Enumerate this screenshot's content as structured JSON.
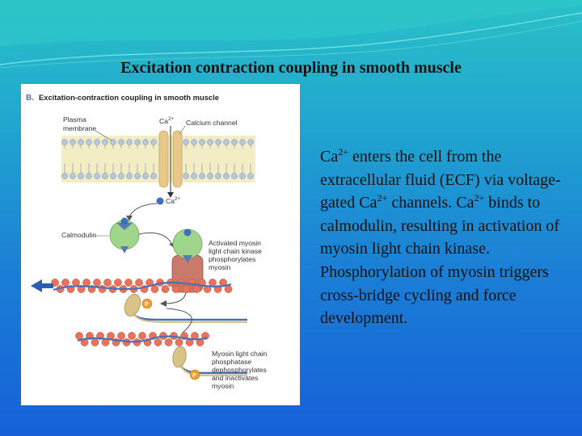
{
  "slide": {
    "title": "Excitation contraction coupling in smooth muscle",
    "body": {
      "p1": "Ca",
      "p1_sup": "2+",
      "p2": " enters the cell from the extracellular fluid (ECF) via voltage-gated Ca",
      "p2_sup": "2+",
      "p3": " channels. Ca",
      "p3_sup": "2+",
      "p4": " binds to calmodulin, resulting in activation of myosin light chain kinase. Phosphorylation of myosin triggers cross-bridge cycling and force development."
    }
  },
  "figure": {
    "heading_letter": "B.",
    "heading": "Excitation-contraction coupling in smooth muscle",
    "labels": {
      "plasma_membrane_1": "Plasma",
      "plasma_membrane_2": "membrane",
      "ca_top": "Ca",
      "ca_top_sup": "2+",
      "calcium_channel": "Calcium channel",
      "ca_inside": "Ca",
      "ca_inside_sup": "2+",
      "calmodulin": "Calmodulin",
      "activated_1": "Activated myosin",
      "activated_2": "light chain kinase",
      "activated_3": "phosphorylates",
      "activated_4": "myosin",
      "phosphatase_1": "Myosin light chain",
      "phosphatase_2": "phosphatase",
      "phosphatase_3": "dephosphorylates",
      "phosphatase_4": "and inactivates",
      "phosphatase_5": "myosin",
      "phosphate_1": "P",
      "phosphate_2": "P"
    }
  },
  "colors": {
    "background_top": "#2ac1c7",
    "background_bottom": "#1660d8",
    "actin": "#e8735a",
    "tropomyosin": "#4a6fb3",
    "calmodulin": "#9fd68c",
    "kinase": "#c97a6a",
    "myosin_head": "#d9c389",
    "phosphate": "#f0a030",
    "arrow": "#2b5fb0"
  }
}
